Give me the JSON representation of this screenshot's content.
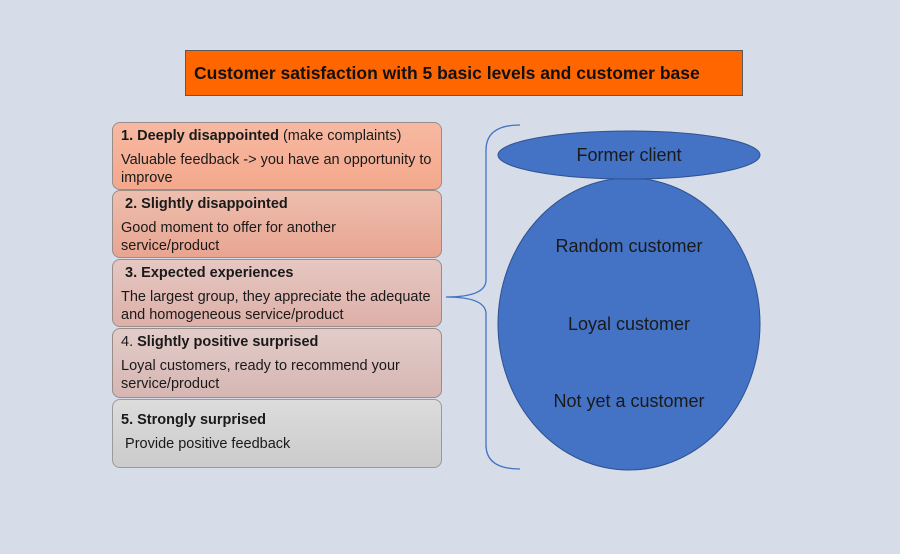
{
  "title": "Customer satisfaction with 5 basic levels and customer base",
  "levels": [
    {
      "number": "1.",
      "name": "Deeply disappointed",
      "note": "(make complaints)",
      "description": "Valuable feedback -> you have an opportunity to improve"
    },
    {
      "number": "2.",
      "name": "Slightly disappointed",
      "note": "",
      "description": "Good moment to offer for another service/product"
    },
    {
      "number": "3.",
      "name": "Expected experiences",
      "note": "",
      "description": "The largest group, they appreciate the adequate and homogeneous service/product"
    },
    {
      "number": "4.",
      "name": "Slightly positive surprised",
      "note": "",
      "description": "Loyal customers, ready to recommend your service/product"
    },
    {
      "number": "5.",
      "name": "Strongly surprised",
      "note": "",
      "description": "Provide positive feedback"
    }
  ],
  "customer_base": {
    "former": "Former client",
    "groups": [
      "Random customer",
      "Loyal customer",
      "Not yet a customer"
    ]
  },
  "colors": {
    "title_bg": "#ff6600",
    "ellipse_fill": "#4472c4",
    "ellipse_stroke": "#2f528f",
    "brace": "#4472c4"
  }
}
